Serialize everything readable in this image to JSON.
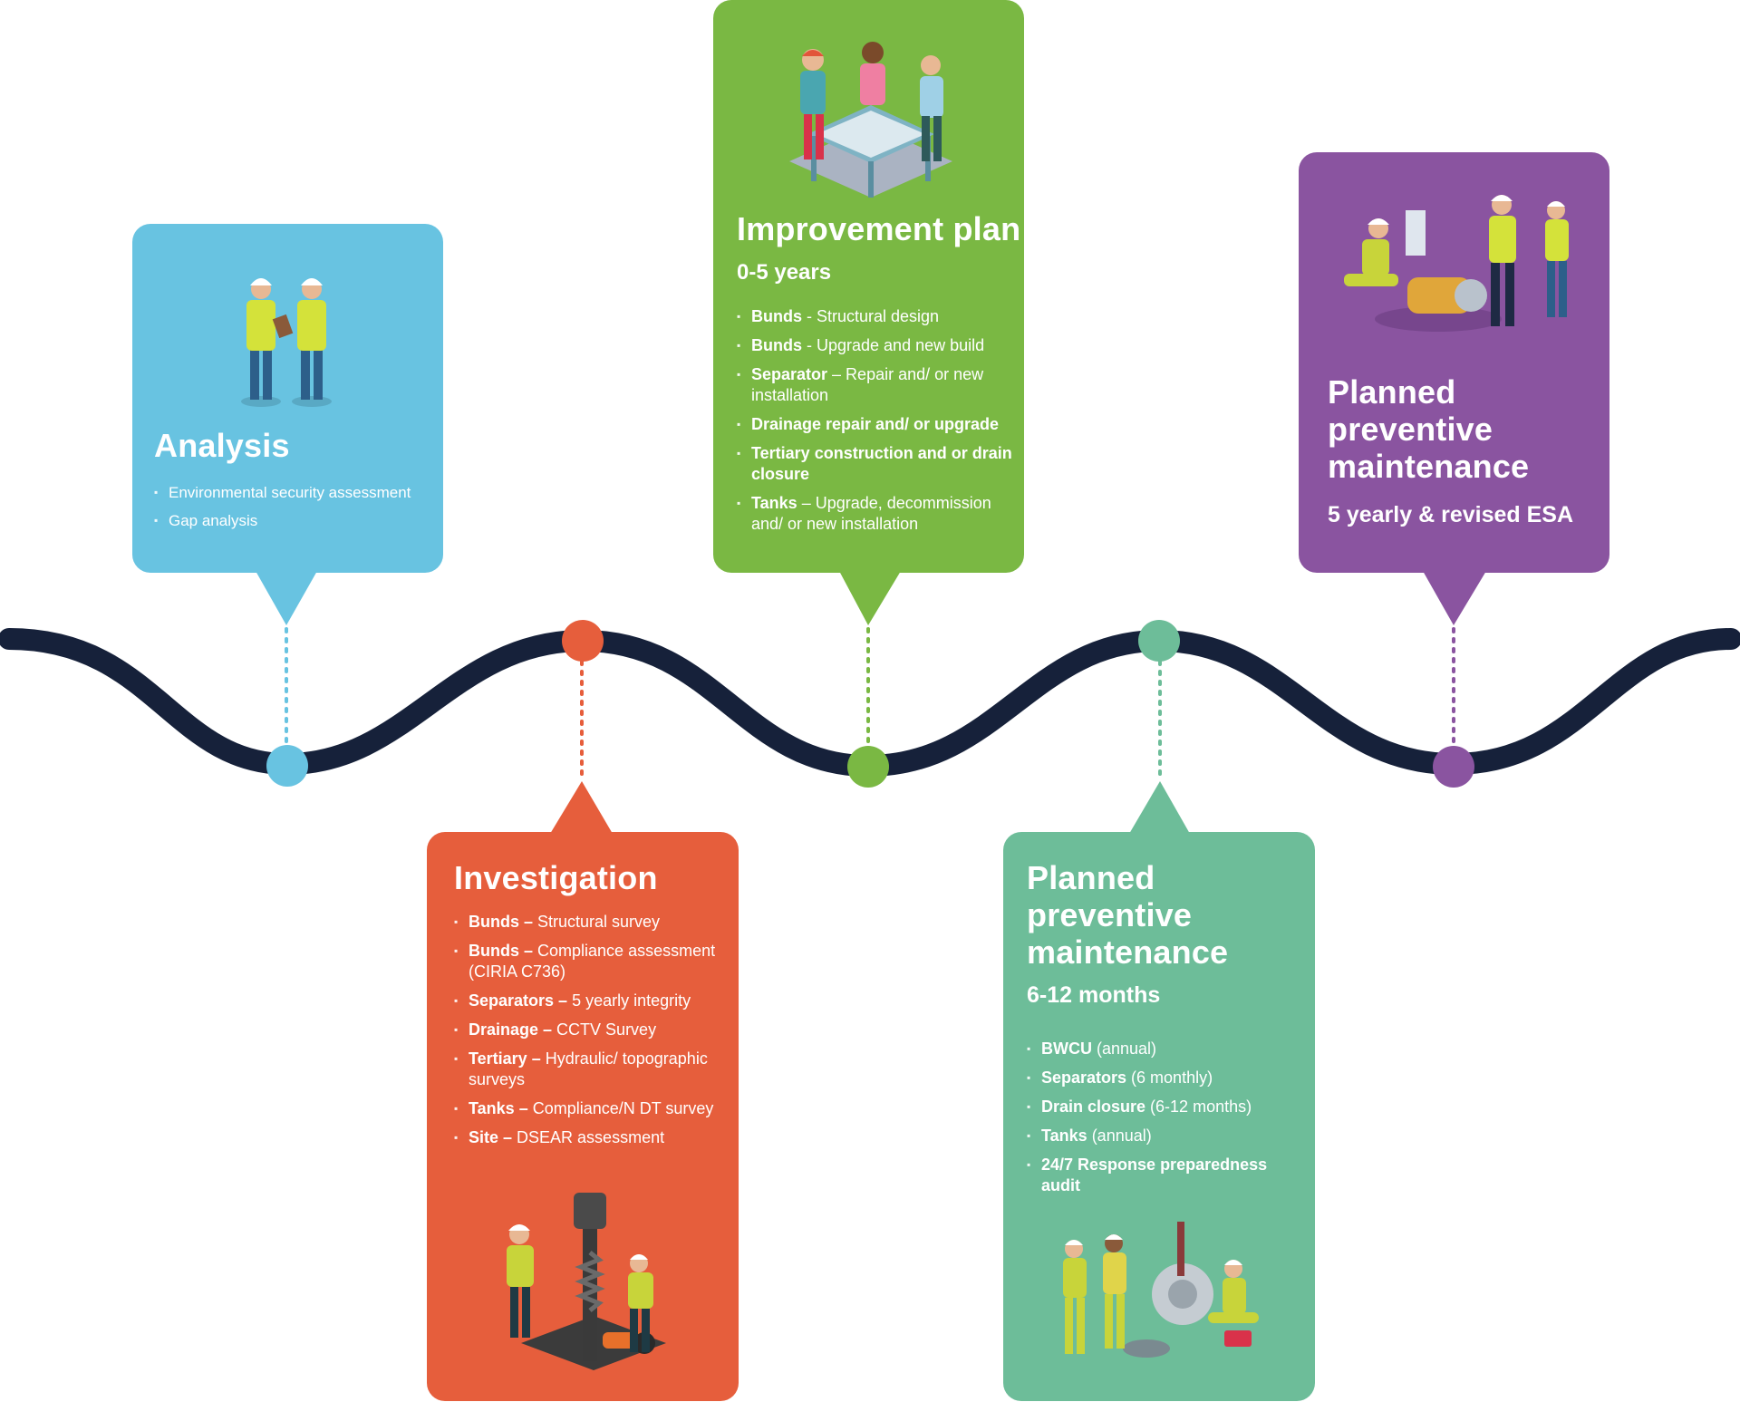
{
  "colors": {
    "wave": "#16213a",
    "analysis": "#68c3e1",
    "investigation": "#e65e3c",
    "improvement": "#7ab843",
    "ppm_bottom": "#6dbd99",
    "ppm_top": "#8a54a0"
  },
  "analysis": {
    "title": "Analysis",
    "items": [
      {
        "bold": "",
        "text": "Environmental security assessment"
      },
      {
        "bold": "",
        "text": "Gap analysis"
      }
    ]
  },
  "investigation": {
    "title": "Investigation",
    "items": [
      {
        "bold": "Bunds –",
        "text": " Structural survey"
      },
      {
        "bold": "Bunds –",
        "text": " Compliance assessment (CIRIA C736)"
      },
      {
        "bold": "Separators –",
        "text": " 5 yearly integrity"
      },
      {
        "bold": "Drainage –",
        "text": " CCTV Survey"
      },
      {
        "bold": "Tertiary –",
        "text": " Hydraulic/ topographic surveys"
      },
      {
        "bold": "Tanks –",
        "text": " Compliance/N DT survey"
      },
      {
        "bold": "Site –",
        "text": " DSEAR assessment"
      }
    ]
  },
  "improvement": {
    "title": "Improvement plan",
    "subtitle": "0-5 years",
    "items": [
      {
        "bold": "Bunds",
        "text": " - Structural design"
      },
      {
        "bold": "Bunds",
        "text": " - Upgrade and new build"
      },
      {
        "bold": "Separator",
        "text": " – Repair and/ or new installation"
      },
      {
        "bold": "Drainage repair and/ or upgrade",
        "text": ""
      },
      {
        "bold": "Tertiary construction and or drain closure",
        "text": ""
      },
      {
        "bold": "Tanks",
        "text": " – Upgrade, decommission and/ or new installation"
      }
    ]
  },
  "ppm_bottom": {
    "title": "Planned preventive maintenance",
    "subtitle": "6-12 months",
    "items": [
      {
        "bold": "BWCU",
        "text": " (annual)"
      },
      {
        "bold": "Separators",
        "text": " (6 monthly)"
      },
      {
        "bold": "Drain closure",
        "text": " (6-12 months)"
      },
      {
        "bold": "Tanks",
        "text": " (annual)"
      },
      {
        "bold": "24/7 Response preparedness audit",
        "text": ""
      }
    ]
  },
  "ppm_top": {
    "title": "Planned preventive maintenance",
    "subtitle": "5 yearly & revised ESA"
  }
}
